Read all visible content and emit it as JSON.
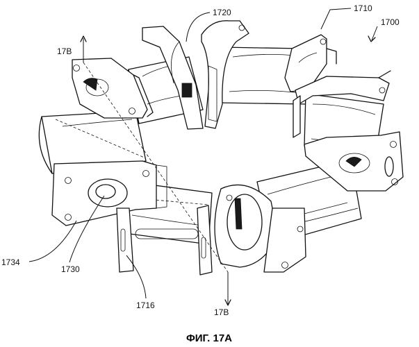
{
  "labels": {
    "assembly": "1700",
    "top_right": "1710",
    "top_center": "1720",
    "left_bottom": "1734",
    "bore": "1730",
    "bottom_center": "1716",
    "section_top": "17B",
    "section_bottom": "17B"
  },
  "caption": "ФИГ. 17А"
}
